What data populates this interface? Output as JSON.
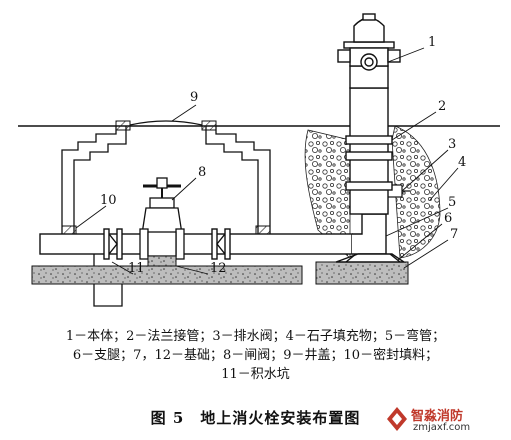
{
  "callouts": {
    "n1": "1",
    "n2": "2",
    "n3": "3",
    "n4": "4",
    "n5": "5",
    "n6": "6",
    "n7": "7",
    "n8": "8",
    "n9": "9",
    "n10": "10",
    "n11": "11",
    "n12": "12"
  },
  "legend": {
    "line1": "1－本体；2－法兰接管；3－排水阀；4－石子填充物；5－弯管；",
    "line2": "6－支腿；7，12－基础；8－闸阀；9－井盖；10－密封填料；",
    "line3": "11－积水坑"
  },
  "caption": "图 5　地上消火栓安装布置图",
  "watermark": {
    "line1": "智淼消防",
    "line2": "zmjaxf.com",
    "accent": "#c0392b"
  }
}
